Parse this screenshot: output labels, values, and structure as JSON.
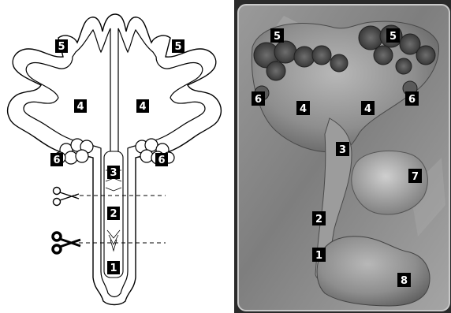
{
  "diagram": {
    "labels": {
      "l5a": "5",
      "l5b": "5",
      "l4a": "4",
      "l4b": "4",
      "l6a": "6",
      "l6b": "6",
      "l3": "3",
      "l2": "2",
      "l1": "1"
    },
    "colors": {
      "line": "#000000",
      "fill": "#ffffff",
      "label_bg": "#000000",
      "label_text": "#ffffff"
    }
  },
  "photo": {
    "labels": {
      "p5a": "5",
      "p5b": "5",
      "p6a": "6",
      "p6b": "6",
      "p4a": "4",
      "p4b": "4",
      "p3": "3",
      "p7": "7",
      "p2": "2",
      "p1": "1",
      "p8": "8"
    },
    "colors": {
      "tray": "#8a8a8a",
      "tissue_dark": "#3c3c3c",
      "tissue_mid": "#7a7a7a",
      "tissue_light": "#bdbdbd"
    }
  },
  "icons": {
    "scissors_open": "scissors-outline-icon",
    "scissors_solid": "scissors-solid-icon"
  }
}
